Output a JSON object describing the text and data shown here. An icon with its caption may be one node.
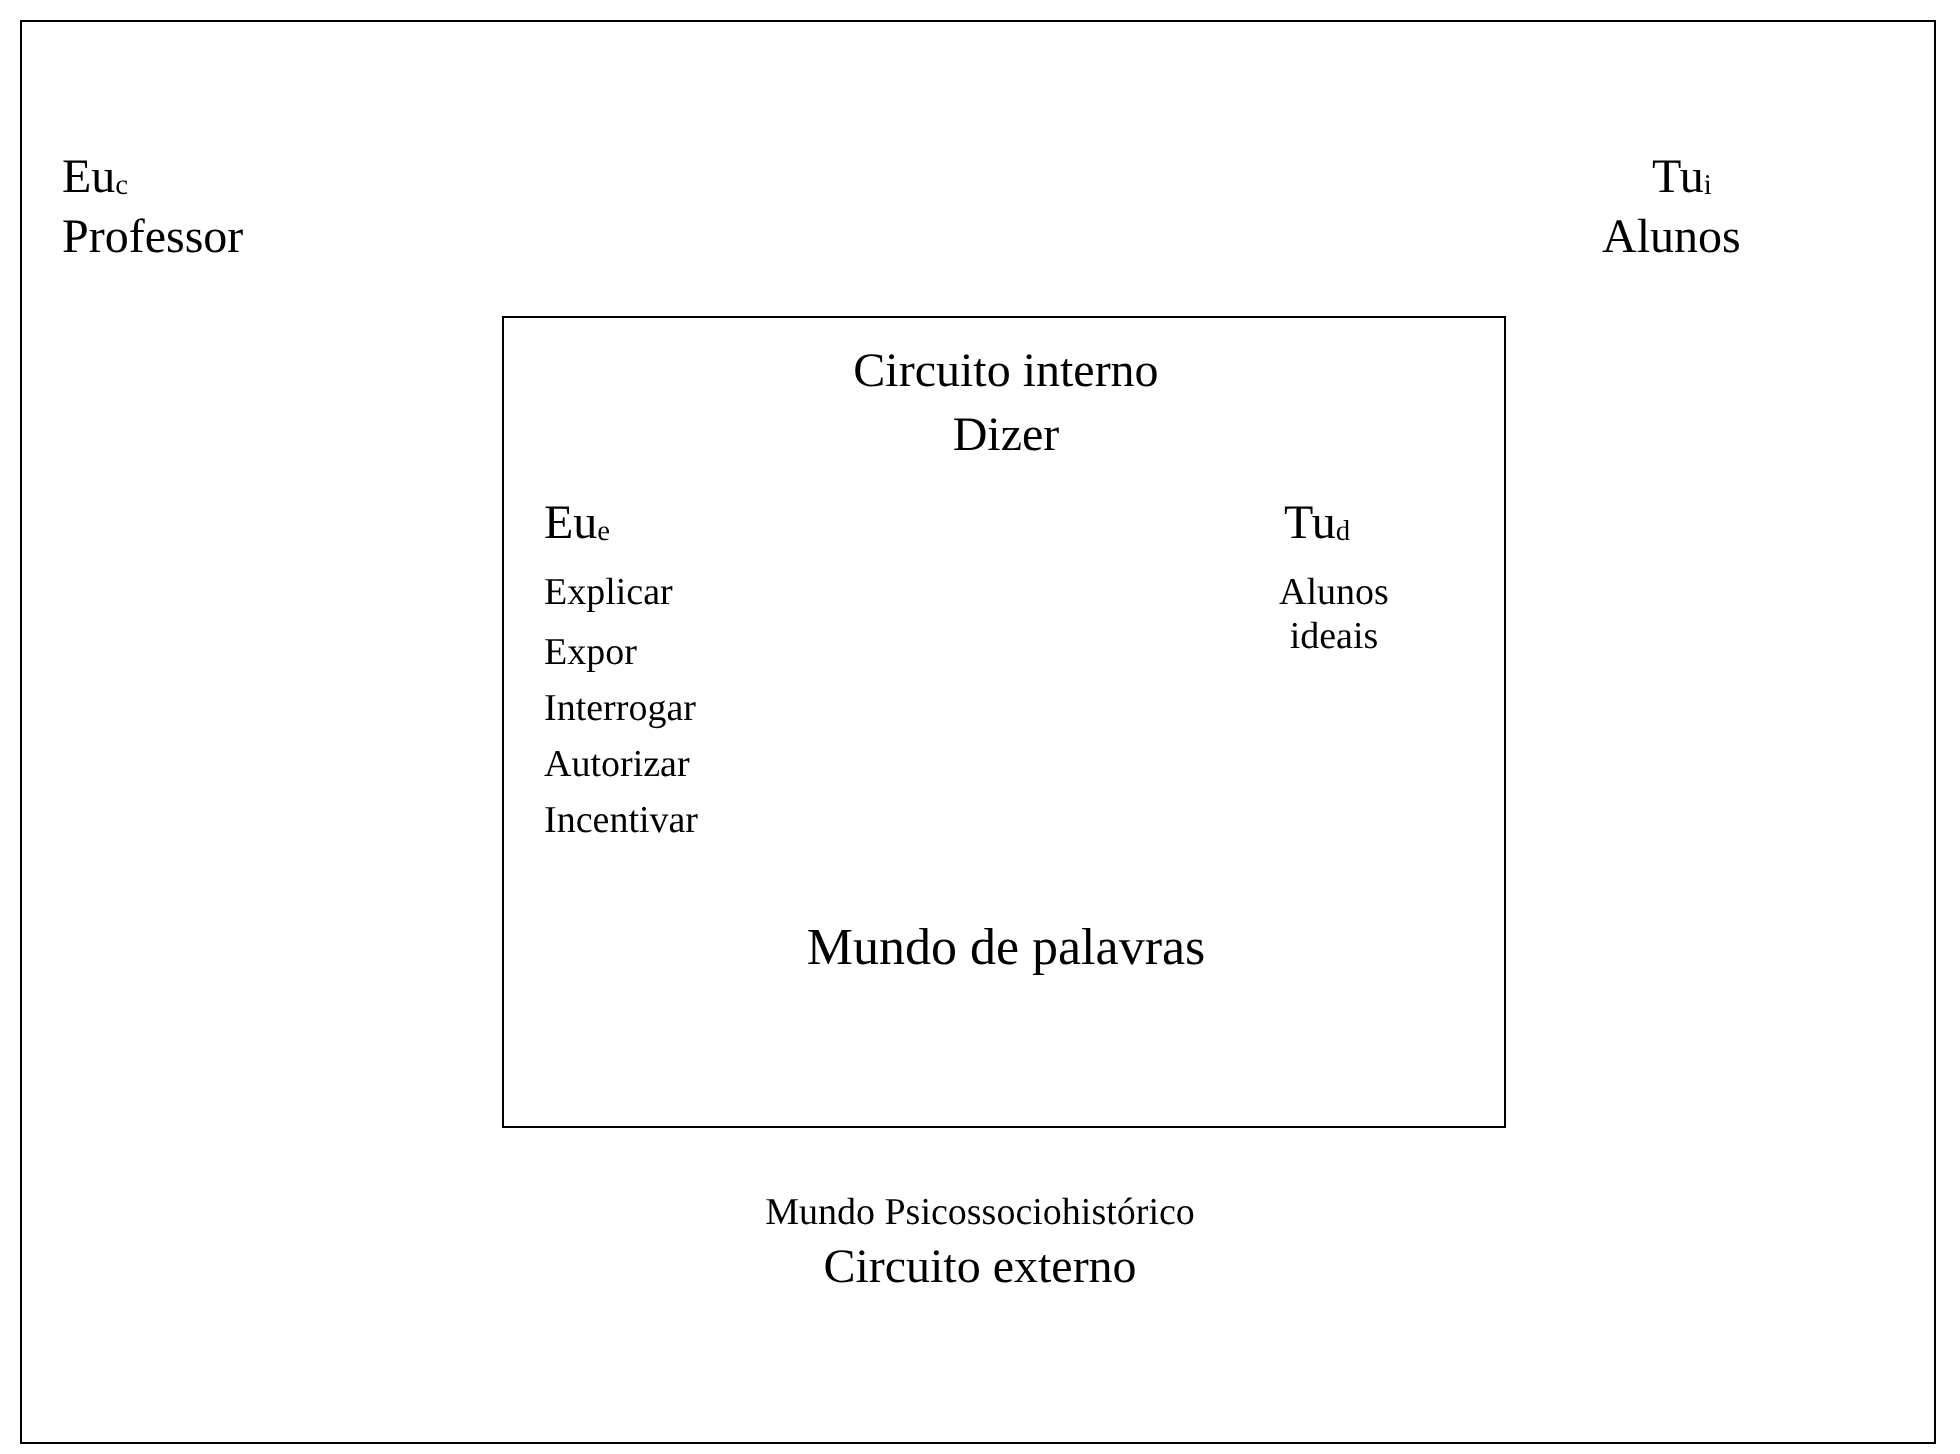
{
  "diagram": {
    "nodes": [
      {
        "text": [
          "Eu$_{c}$",
          "Professor",
          "Tu$_{i}$",
          "Alunos",
          "Mundo Psicossociohistórico",
          "Circuito externo"
        ]
      },
      {
        "text": [
          "Circuito interno",
          "Dizer",
          "Eu$_{e}$",
          "Explicar",
          "Expor",
          "Interrogar",
          "Autorizar",
          "Incentivar",
          "Tu$_{d}$",
          "Alunos ideais",
          "Mundo de palavras"
        ],
        "in": 0
      }
    ]
  }
}
